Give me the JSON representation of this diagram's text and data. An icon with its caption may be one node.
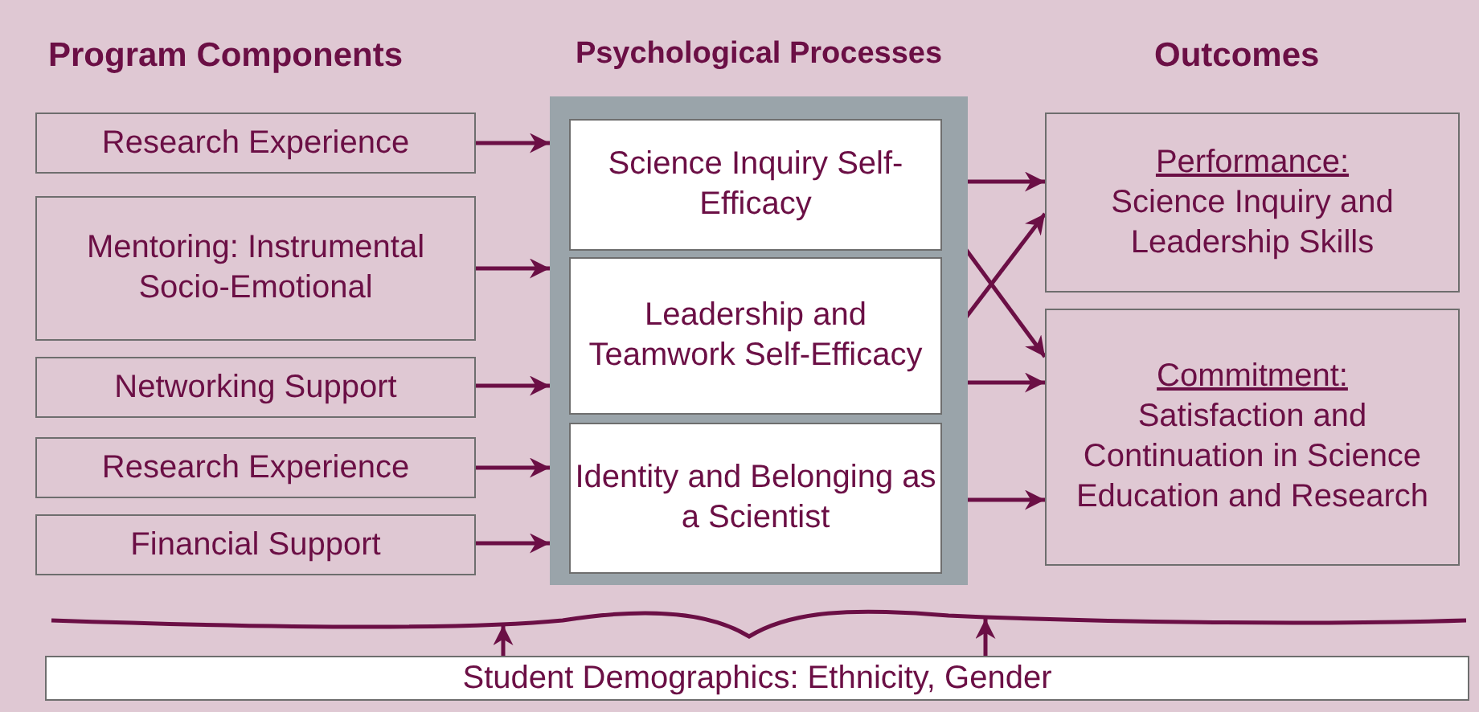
{
  "diagram": {
    "nodes": [
      {
        "text": [
          "Research Experience"
        ]
      },
      {
        "text": [
          "Mentoring: Instrumental Socio-Emotional"
        ]
      },
      {
        "text": [
          "Networking Support"
        ]
      },
      {
        "text": [
          "Research Experience"
        ]
      },
      {
        "text": [
          "Financial Support"
        ]
      },
      {
        "text": [
          "Psychological Processes"
        ]
      },
      {
        "text": [
          "Science Inquiry Self-Efficacy"
        ],
        "in": 5
      },
      {
        "text": [
          "Leadership and Teamwork Self-Efficacy"
        ],
        "in": 5
      },
      {
        "text": [
          "Identity and Belonging as a Scientist"
        ],
        "in": 5
      },
      {
        "text": [
          "Performance:",
          "Science Inquiry and Leadership Skills"
        ]
      },
      {
        "text": [
          "Commitment:",
          "Satisfaction and Continuation in Science Education and Research"
        ]
      },
      {
        "text": [],
        "shape": "brace"
      },
      {
        "text": [
          "Student Demographics: Ethnicity, Gender"
        ]
      }
    ],
    "edges": [
      {
        "from": 0,
        "to": 5,
        "arrow": "to"
      },
      {
        "from": 1,
        "to": 5,
        "arrow": "to"
      },
      {
        "from": 2,
        "to": 5,
        "arrow": "to"
      },
      {
        "from": 3,
        "to": 5,
        "arrow": "to"
      },
      {
        "from": 4,
        "to": 5,
        "arrow": "to"
      },
      {
        "from": 6,
        "to": 9,
        "arrow": "to"
      },
      {
        "from": 6,
        "to": 10,
        "arrow": "to"
      },
      {
        "from": 7,
        "to": 9,
        "arrow": "to"
      },
      {
        "from": 7,
        "to": 10,
        "arrow": "to"
      },
      {
        "from": 8,
        "to": 10,
        "arrow": "to"
      },
      {
        "from": 12,
        "to": 11,
        "arrow": "to"
      },
      {
        "from": 12,
        "to": 11,
        "arrow": "to"
      }
    ],
    "labels": [
      "Program Components",
      "Outcomes"
    ]
  }
}
